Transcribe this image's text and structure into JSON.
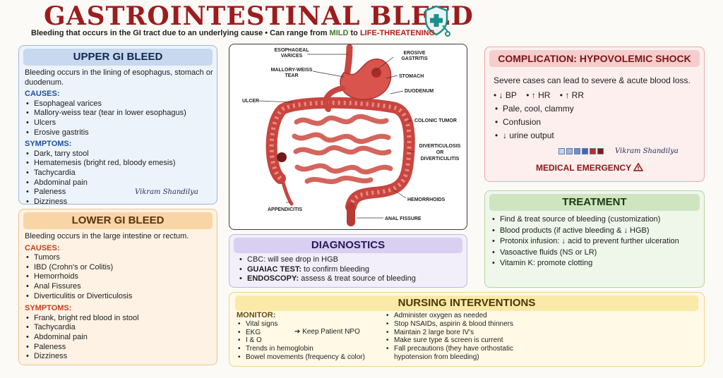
{
  "header": {
    "title": "GASTROINTESTINAL BLEED",
    "subtitle_pre": "Bleeding that occurs in the GI tract due to an underlying cause • Can range from",
    "subtitle_mild": "MILD",
    "subtitle_to": "to",
    "subtitle_threat": "LIFE-THREATENING",
    "icon": "shield-stethoscope-icon"
  },
  "upper": {
    "title": "UPPER GI BLEED",
    "description": "Bleeding occurs in the lining of esophagus, stomach or duodenum.",
    "causes_label": "CAUSES:",
    "causes": [
      "Esophageal varices",
      "Mallory-weiss tear (tear in lower esophagus)",
      "Ulcers",
      "Erosive gastritis"
    ],
    "symptoms_label": "SYMPTOMS:",
    "symptoms": [
      "Dark, tarry stool",
      "Hematemesis (bright red, bloody emesis)",
      "Tachycardia",
      "Abdominal pain",
      "Paleness",
      "Dizziness"
    ],
    "signature": "Vikram Shandilya"
  },
  "lower": {
    "title": "LOWER GI BLEED",
    "description": "Bleeding occurs in the large intestine or rectum.",
    "causes_label": "CAUSES:",
    "causes": [
      "Tumors",
      "IBD (Crohn's or Colitis)",
      "Hemorrhoids",
      "Anal Fissures",
      "Diverticulitis or Diverticulosis"
    ],
    "symptoms_label": "SYMPTOMS:",
    "symptoms": [
      "Frank, bright red blood in stool",
      "Tachycardia",
      "Abdominal pain",
      "Paleness",
      "Dizziness"
    ]
  },
  "diagram": {
    "labels": {
      "esophageal_varices_1": "ESOPHAGEAL",
      "esophageal_varices_2": "VARICES",
      "mallory_1": "MALLORY-WEISS",
      "mallory_2": "TEAR",
      "ulcer": "ULCER",
      "appendicitis": "APPENDICITIS",
      "erosive_1": "EROSIVE",
      "erosive_2": "GASTRITIS",
      "stomach": "STOMACH",
      "duodenum": "DUODENUM",
      "colonic_tumor": "COLONIC TUMOR",
      "divert_1": "DIVERTICULOSIS",
      "divert_2": "OR",
      "divert_3": "DIVERTICULITIS",
      "hemorrhoids": "HEMORRHOIDS",
      "anal_fissure": "ANAL FISSURE"
    }
  },
  "diagnostics": {
    "title": "DIAGNOSTICS",
    "items": [
      {
        "bold": "",
        "text": "CBC: will see drop in HGB"
      },
      {
        "bold": "GUAIAC TEST:",
        "text": " to confirm bleeding"
      },
      {
        "bold": "ENDOSCOPY:",
        "text": " assess & treat source of bleeding"
      }
    ]
  },
  "complication": {
    "title": "COMPLICATION: HYPOVOLEMIC SHOCK",
    "description": "Severe cases can lead to severe & acute blood loss.",
    "vitals": [
      "↓ BP",
      "↑ HR",
      "↑ RR"
    ],
    "items": [
      "Pale, cool, clammy",
      "Confusion",
      "↓ urine output"
    ],
    "signature": "Vikram Shandilya",
    "emergency": "MEDICAL EMERGENCY",
    "swatch_colors": [
      "#c5d6f0",
      "#9ab6e3",
      "#6d8fd0",
      "#4466b8",
      "#c02a2a",
      "#8e1414"
    ]
  },
  "treatment": {
    "title": "TREATMENT",
    "items": [
      "Find & treat source of bleeding (customization)",
      "Blood products (if active bleeding & ↓ HGB)",
      "Protonix infusion: ↓ acid to prevent further ulceration",
      "Vasoactive fluids (NS or LR)",
      "Vitamin K: promote clotting"
    ]
  },
  "nursing": {
    "title": "NURSING INTERVENTIONS",
    "monitor_label": "MONITOR:",
    "monitor": [
      "Vital signs",
      "EKG",
      "I & O",
      "Trends in hemoglobin",
      "Bowel movements (frequency & color)"
    ],
    "npo": "➔ Keep Patient NPO",
    "right": [
      "Administer oxygen as needed",
      "Stop NSAIDs, aspirin & blood thinners",
      "Maintain 2 large bore IV's",
      "Make sure type & screen is current",
      "Fall precautions (they have orthostatic hypotension from bleeding)"
    ]
  },
  "colors": {
    "title": "#9c1d1d",
    "upper_accent": "#1e4f9c",
    "lower_accent": "#c8401c",
    "shock_accent": "#7a1515",
    "treatment_accent": "#1b3b10",
    "nursing_accent": "#4a3706",
    "diagnostics_accent": "#27185a"
  }
}
